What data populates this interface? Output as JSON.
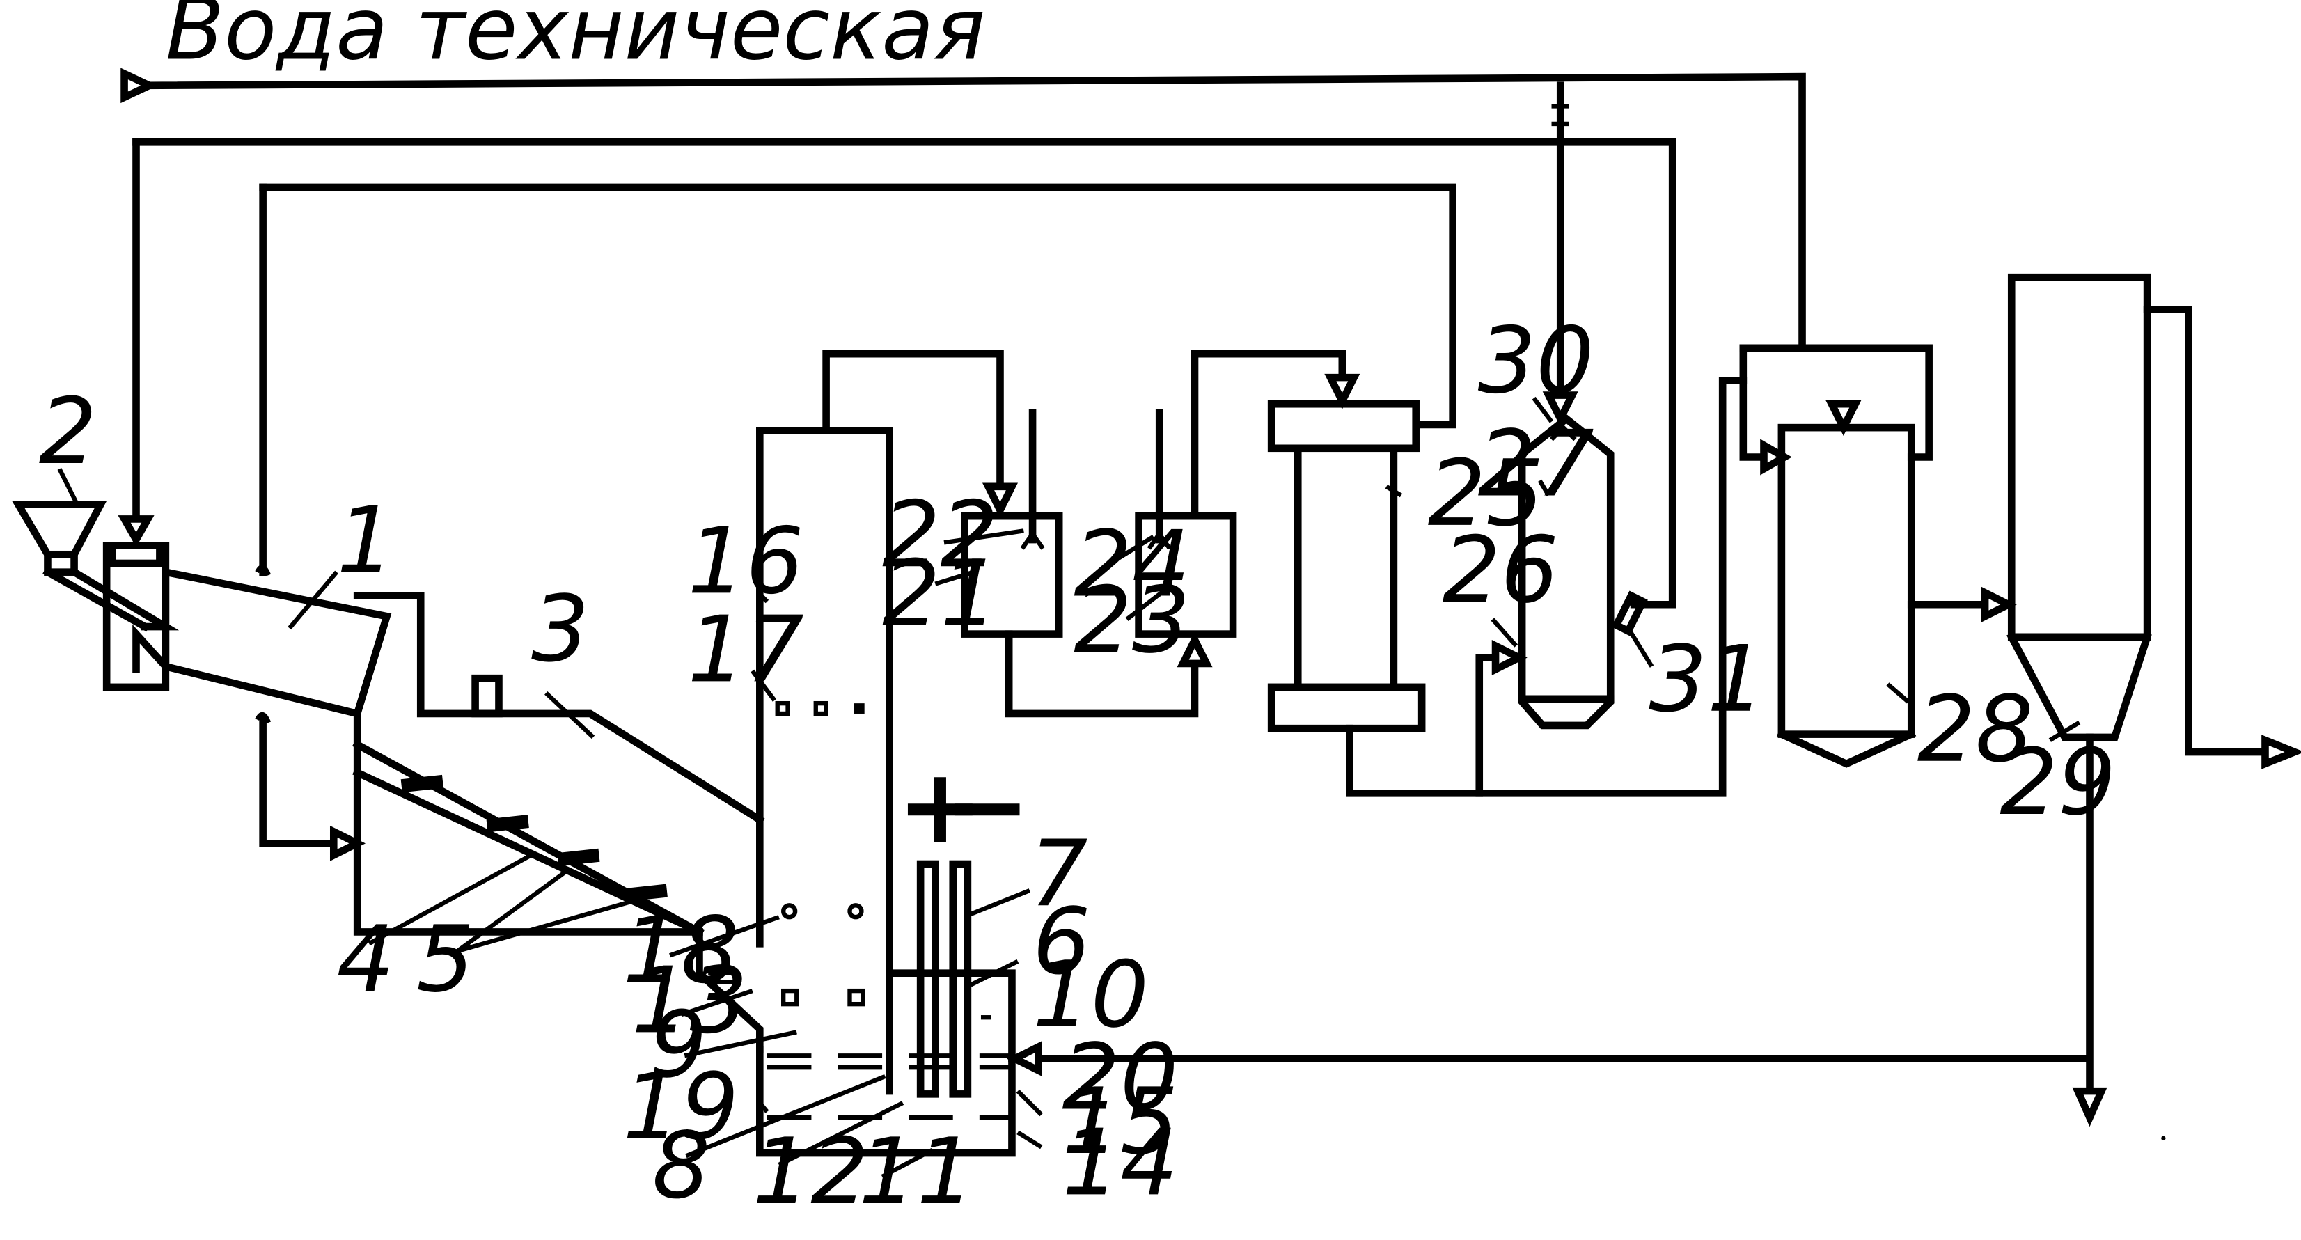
{
  "title": "Вода техническая",
  "polarity": {
    "plus": "+",
    "minus": "−"
  },
  "labels": {
    "n1": "1",
    "n2": "2",
    "n3": "3",
    "n4": "4",
    "n5": "5",
    "n6": "6",
    "n7": "7",
    "n8": "8",
    "n9": "9",
    "n10": "10",
    "n11": "11",
    "n12": "12",
    "n13": "13",
    "n14": "14",
    "n15": "15",
    "n16": "16",
    "n17": "17",
    "n18": "18",
    "n19": "19",
    "n20": "20",
    "n21": "21",
    "n22": "22",
    "n23": "23",
    "n24": "24",
    "n25": "25",
    "n26": "26",
    "n27": "27",
    "n28": "28",
    "n29": "29",
    "n30": "30",
    "n31": "31"
  }
}
